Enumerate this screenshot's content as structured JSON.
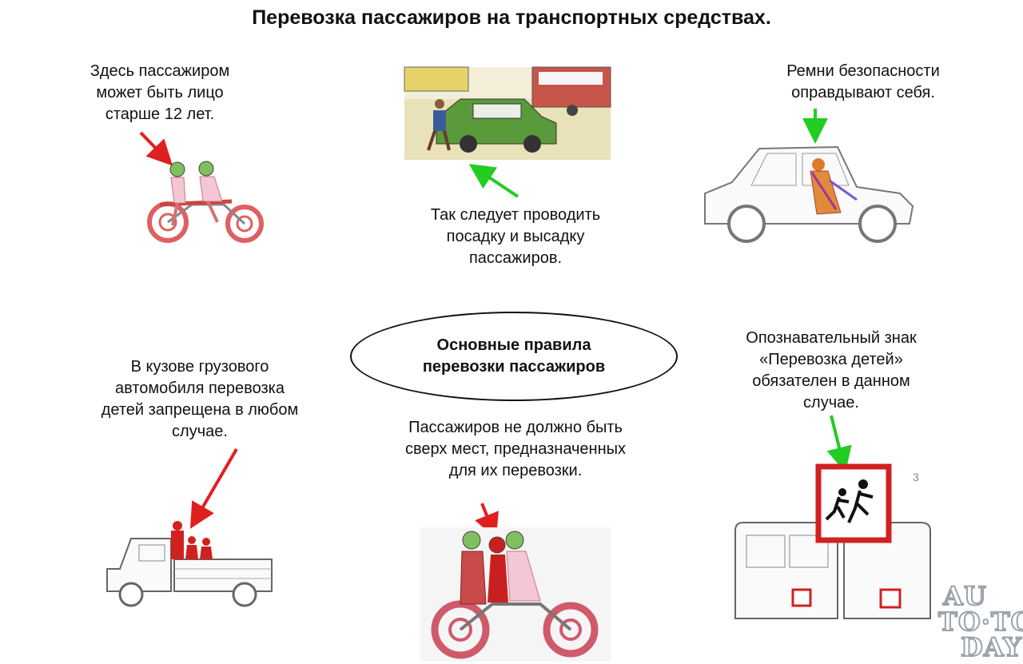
{
  "title": "Перевозка пассажиров на транспортных средствах.",
  "center": {
    "label": "Основные правила\nперевозки пассажиров"
  },
  "captions": {
    "moto_child": "Здесь пассажиром\nможет быть лицо\nстарше 12 лет.",
    "boarding": "Так следует проводить\nпосадку и высадку\nпассажиров.",
    "seatbelts": "Ремни безопасности\nоправдывают себя.",
    "truck": "В кузове грузового\nавтомобиля перевозка\nдетей запрещена в любом\nслучае.",
    "overload": "Пассажиров не должно быть\nсверх мест, предназначенных\nдля их перевозки.",
    "sign": "Опознавательный знак\n«Перевозка детей»\nобязателен в данном\nслучае."
  },
  "sign_page_number": "3",
  "logo": {
    "line1": "AU",
    "line2": "TO·TO",
    "line3": "DAY"
  },
  "colors": {
    "red_arrow": "#e02020",
    "green_arrow": "#22cc22",
    "sign_border": "#d02020",
    "car": "#5a9a3a"
  }
}
